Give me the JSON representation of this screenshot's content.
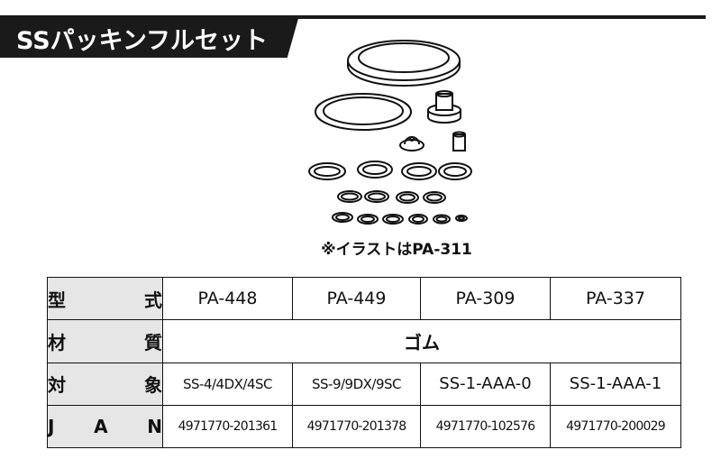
{
  "title": "SSパッキンフルセット",
  "caption": "※イラストはPA-311",
  "table": {
    "row_model": {
      "label": [
        "型",
        "式"
      ],
      "values": [
        "PA-448",
        "PA-449",
        "PA-309",
        "PA-337"
      ]
    },
    "row_material": {
      "label": [
        "材",
        "質"
      ],
      "value": "ゴム"
    },
    "row_target": {
      "label": [
        "対",
        "象"
      ],
      "values": [
        "SS-4/4DX/4SC",
        "SS-9/9DX/9SC",
        "SS-1-AAA-0",
        "SS-1-AAA-1"
      ]
    },
    "row_jan": {
      "label": [
        "J",
        "A",
        "N"
      ],
      "values": [
        "4971770-201361",
        "4971770-201378",
        "4971770-102576",
        "4971770-200029"
      ]
    }
  }
}
